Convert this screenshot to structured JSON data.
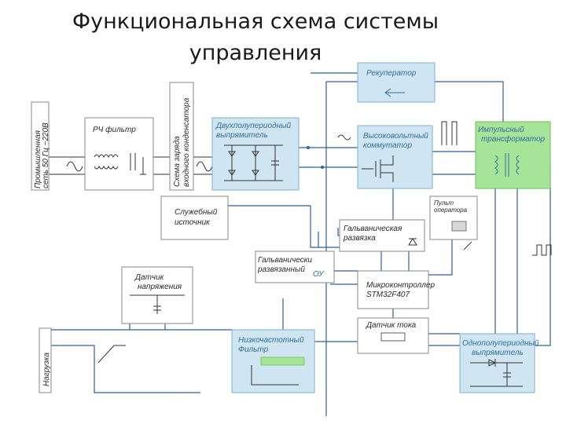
{
  "title": "Функциональная схема системы управления",
  "title_lines": [
    "Функциональная схема системы",
    "управления"
  ],
  "labels": {
    "industrial_network": [
      "Промышленная",
      "сеть 50 Гц ~220В"
    ],
    "rf_filter": "РЧ фильтр",
    "charge_circuit": [
      "Схема заряда",
      "входного конденсатора"
    ],
    "double_rectifier": [
      "Двухполупериодный",
      "выпрямитель"
    ],
    "recuperator": "Рекуператор",
    "hv_switch": [
      "Высоковольтный",
      "коммутатор"
    ],
    "pulse_transformer": [
      "Импульсный",
      "трансформатор"
    ],
    "service_source": [
      "Служебный",
      "источник"
    ],
    "operator_panel": [
      "Пульт",
      "оператора"
    ],
    "galvanic_isolation": [
      "Гальваническая",
      "развязка"
    ],
    "isolated_ou": [
      "Гальванически",
      "развязанный"
    ],
    "ou": "ОУ",
    "voltage_sensor": [
      "Датчик",
      "напряжения"
    ],
    "microcontroller": [
      "Микроконтроллер",
      "STM32F407"
    ],
    "current_sensor": "Датчик тока",
    "load": "Нагрузка",
    "lowpass_filter": [
      "Низкочастотный",
      "Фильтр"
    ],
    "single_rectifier": [
      "Однополупериодный",
      "выпрямитель"
    ]
  },
  "colors": {
    "blue_block": "#cfe5f2",
    "green_block": "#a6e49a",
    "wire": "#2f5f9a",
    "label_blue": "#2e6f9c"
  }
}
